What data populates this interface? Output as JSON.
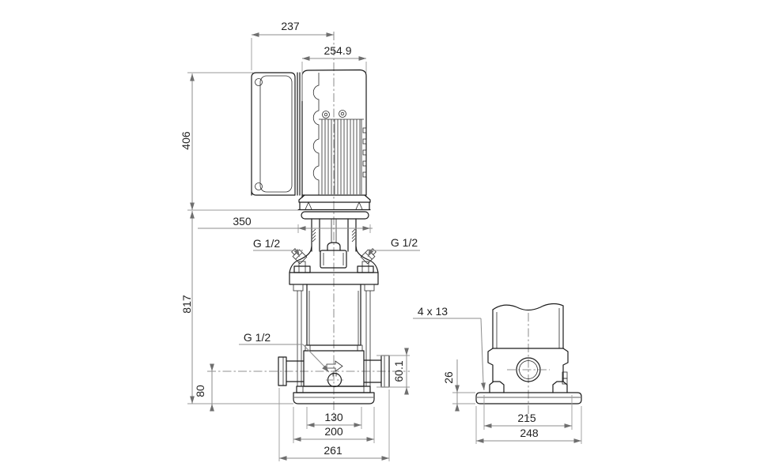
{
  "drawing": {
    "type": "technical-dimensional-drawing",
    "background_color": "#ffffff",
    "object_line_color": "#1c1c1c",
    "dimension_line_color": "#8c8c8c",
    "text_color": "#222222",
    "views": {
      "front": {
        "dimensions": {
          "controlbox_width": "237",
          "motor_width": "254.9",
          "motor_height": "406",
          "flange_width": "350",
          "pump_height": "817",
          "plug_left": "G 1/2",
          "plug_right": "G 1/2",
          "drain_plug": "G 1/2",
          "port_centerline_height": "80",
          "port_flange_height": "60.1",
          "sleeve_width": "130",
          "base_width": "200",
          "port_to_port_width": "261"
        }
      },
      "side": {
        "dimensions": {
          "bolt_holes": "4 x 13",
          "baseplate_height": "26",
          "bolt_spacing": "215",
          "baseplate_width": "248"
        }
      }
    }
  }
}
